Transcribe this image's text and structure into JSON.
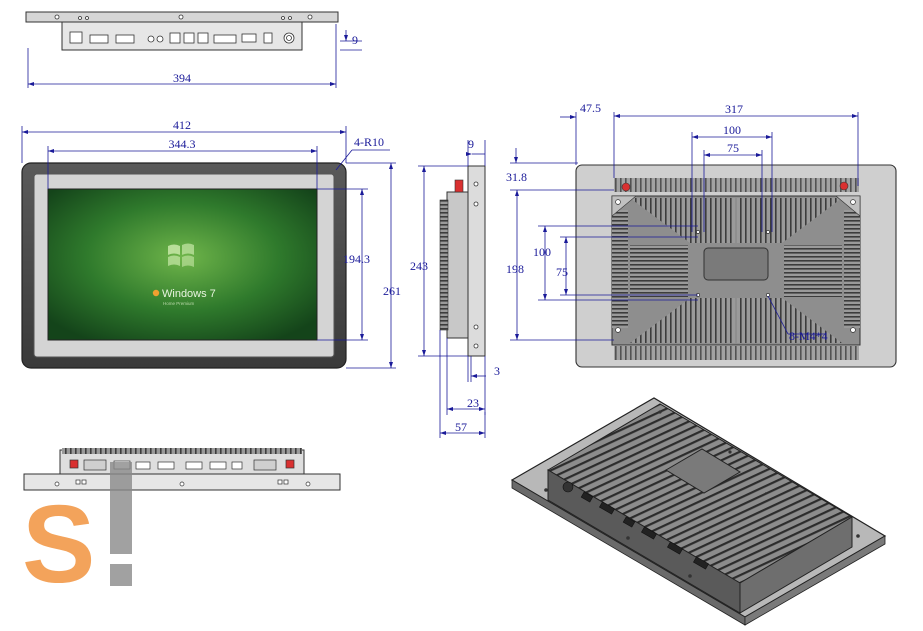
{
  "top_view": {
    "dim_total_width": "394",
    "dim_depth": "9"
  },
  "front_view": {
    "dim_outer_width": "412",
    "dim_screen_width": "344.3",
    "dim_corner_radius": "4-R10",
    "dim_screen_height": "194.3",
    "dim_outer_height": "261",
    "screen": {
      "os_name": "Windows 7",
      "os_edition": "Home Premium"
    }
  },
  "side_view": {
    "dim_bezel": "9",
    "dim_height": "243",
    "dim_flange": "3",
    "dim_body_depth": "23",
    "dim_total_depth": "57"
  },
  "rear_view": {
    "dim_offset_x": "47.5",
    "dim_mount_span_x": "317",
    "dim_vesa_100_x": "100",
    "dim_vesa_75_x": "75",
    "dim_offset_y": "31.8",
    "dim_mount_span_y": "198",
    "dim_vesa_100_y": "100",
    "dim_vesa_75_y": "75",
    "dim_screw_spec": "8-M4*4"
  },
  "colors": {
    "dimension_ink": "#1a1a99",
    "bezel": "#4a4a4a",
    "screen_green": "#2f7a2c",
    "mount_red": "#d93030",
    "watermark_orange": "#f29a4a",
    "watermark_gray": "#8a8a8a"
  },
  "watermark": {
    "letter": "S"
  }
}
